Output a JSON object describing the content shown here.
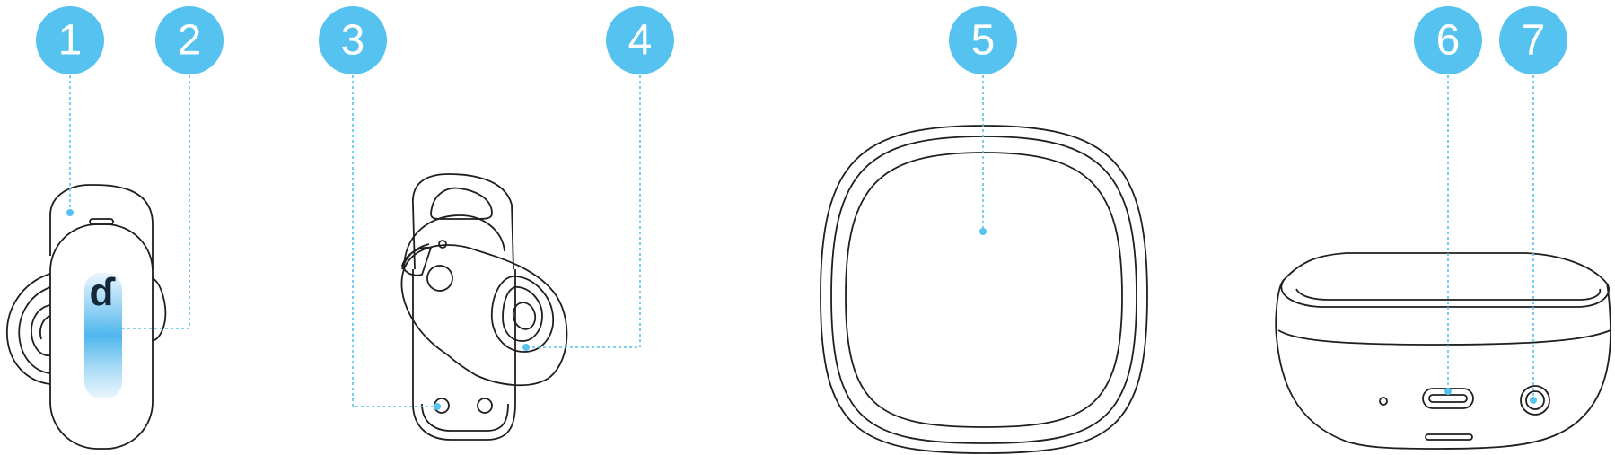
{
  "callouts": [
    {
      "label": "1",
      "part": "earbud-touch-area"
    },
    {
      "label": "2",
      "part": "earbud-led-indicator"
    },
    {
      "label": "3",
      "part": "earbud-charging-contacts"
    },
    {
      "label": "4",
      "part": "ear-tip"
    },
    {
      "label": "5",
      "part": "charging-case-lid"
    },
    {
      "label": "6",
      "part": "usb-c-charging-port"
    },
    {
      "label": "7",
      "part": "case-button"
    }
  ],
  "brand_mark": "ɗ",
  "colors": {
    "callout": "#55c2f0",
    "leader": "#55c2f0",
    "outline": "#1f1f1f",
    "led_glow": "#4fb6ec",
    "brand": "#14283c"
  }
}
